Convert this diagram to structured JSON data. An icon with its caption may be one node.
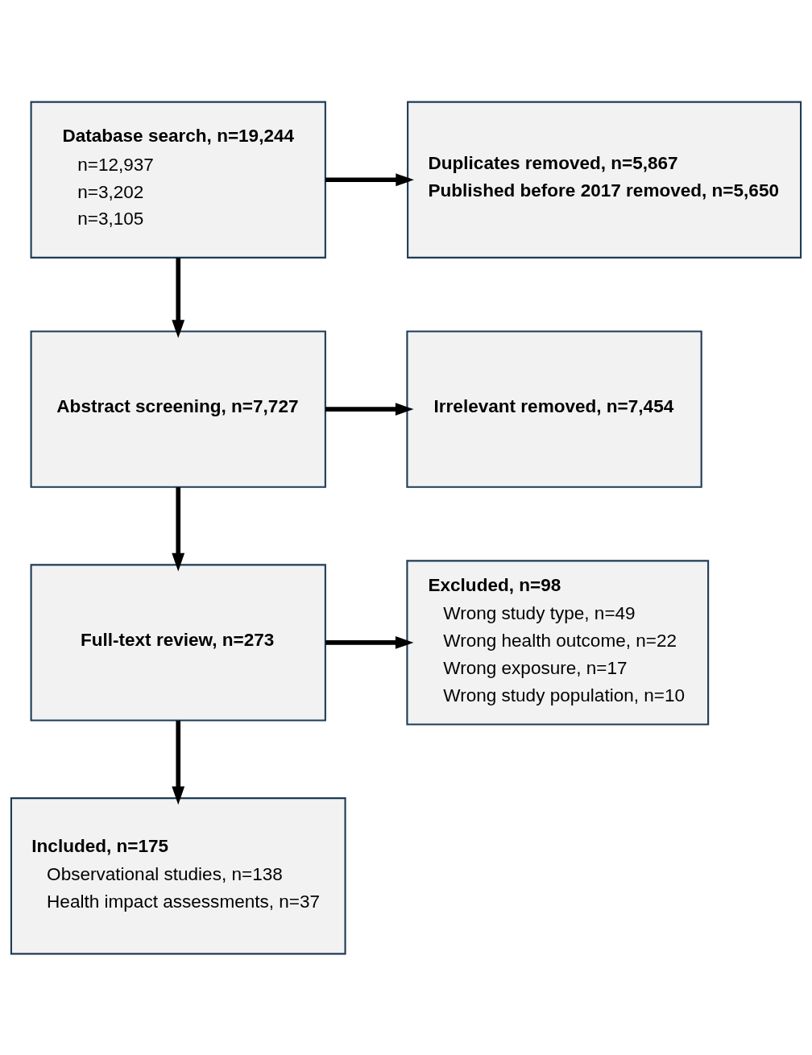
{
  "diagram": {
    "nodes": [
      {
        "text": [
          "Database search, n=19,244",
          "n=12,937",
          "n=3,202",
          "n=3,105"
        ]
      },
      {
        "text": [
          "Duplicates removed, n=5,867",
          "Published before 2017 removed, n=5,650"
        ]
      },
      {
        "text": [
          "Abstract screening, n=7,727"
        ]
      },
      {
        "text": [
          "Irrelevant removed, n=7,454"
        ]
      },
      {
        "text": [
          "Full-text review, n=273"
        ]
      },
      {
        "text": [
          "Excluded, n=98",
          "Wrong study type, n=49",
          "Wrong health outcome, n=22",
          "Wrong exposure, n=17",
          "Wrong study population, n=10"
        ]
      },
      {
        "text": [
          "Included, n=175",
          "Observational studies, n=138",
          "Health impact assessments, n=37"
        ]
      }
    ],
    "edges": [
      {
        "from": 0,
        "to": 1,
        "arrow": "to"
      },
      {
        "from": 0,
        "to": 2,
        "arrow": "to"
      },
      {
        "from": 2,
        "to": 3,
        "arrow": "to"
      },
      {
        "from": 2,
        "to": 4,
        "arrow": "to"
      },
      {
        "from": 4,
        "to": 5,
        "arrow": "to"
      },
      {
        "from": 4,
        "to": 6,
        "arrow": "to"
      }
    ]
  }
}
